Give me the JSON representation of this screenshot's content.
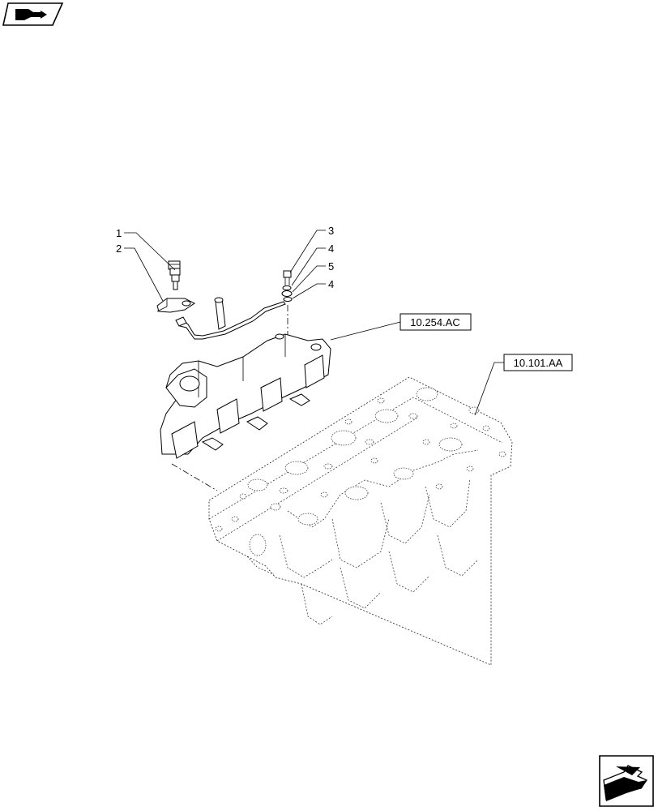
{
  "diagram": {
    "callouts": [
      {
        "id": "c1",
        "text": "1"
      },
      {
        "id": "c2",
        "text": "2"
      },
      {
        "id": "c3",
        "text": "3"
      },
      {
        "id": "c4a",
        "text": "4"
      },
      {
        "id": "c5",
        "text": "5"
      },
      {
        "id": "c4b",
        "text": "4"
      }
    ],
    "references": [
      {
        "id": "ref_manifold",
        "text": "10.254.AC"
      },
      {
        "id": "ref_head",
        "text": "10.101.AA"
      }
    ],
    "icons": {
      "top_nav": "previous-page-icon",
      "bottom_nav": "next-page-icon"
    }
  }
}
